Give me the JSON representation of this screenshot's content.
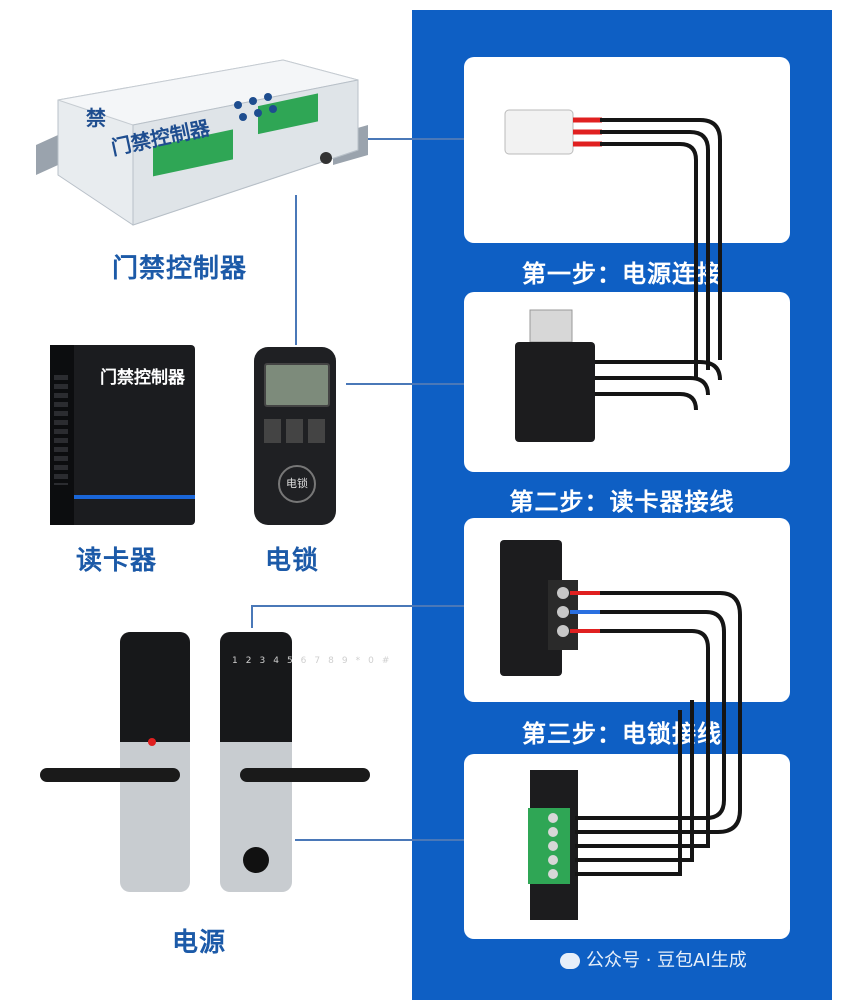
{
  "devices": {
    "controller": {
      "label": "门禁控制器",
      "panel_text": "门禁控制器",
      "brand": "禁"
    },
    "card_reader": {
      "label": "读卡器",
      "panel_text": "门禁控制器"
    },
    "electric_lock": {
      "label": "电锁",
      "button_text": "电锁"
    },
    "power": {
      "label": "电源"
    },
    "keypad_digits": [
      "1",
      "2",
      "3",
      "4",
      "5",
      "6",
      "7",
      "8",
      "9",
      "*",
      "0",
      "#"
    ]
  },
  "steps": [
    {
      "label": "第一步：电源连接"
    },
    {
      "label": "第二步：读卡器接线"
    },
    {
      "label": "第三步：电锁接线"
    }
  ],
  "watermark": {
    "text": "公众号 · 豆包AI生成"
  },
  "colors": {
    "panel_blue": "#0e5fc4",
    "label_blue": "#1c5aa8",
    "wire_red": "#e02020",
    "wire_blue": "#2a6fe0",
    "terminal_green": "#2fa655"
  }
}
